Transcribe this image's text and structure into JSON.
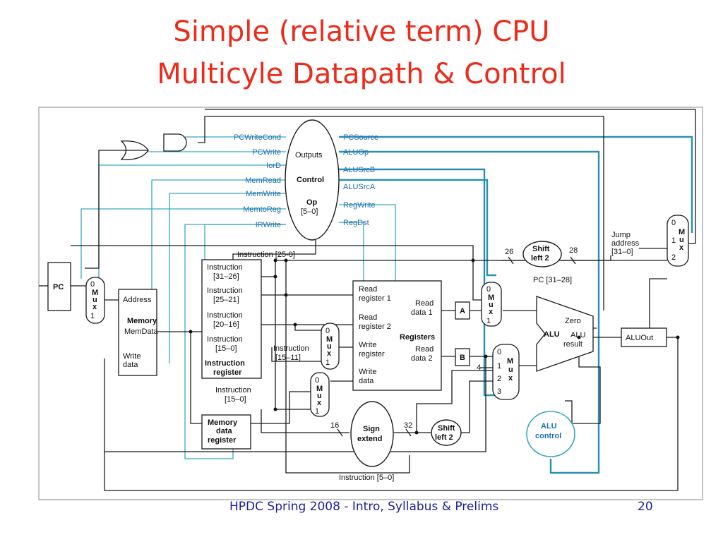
{
  "slide": {
    "title_line1": "Simple (relative term) CPU",
    "title_line2": "Multicyle Datapath & Control",
    "footer_text": "HPDC Spring 2008  -  Intro, Syllabus & Prelims",
    "page_number": "20",
    "title_color": "#ee2a1a",
    "footer_color": "#1d1d9e"
  },
  "control": {
    "outputs_label": "Outputs",
    "control_label": "Control",
    "op_label": "Op",
    "op_bits": "[5–0]",
    "left_signals": [
      "PCWriteCond",
      "PCWrite",
      "IorD",
      "MemRead",
      "MemWrite",
      "MemtoReg",
      "IRWrite"
    ],
    "right_signals": [
      "PCSource",
      "ALUOp",
      "ALUSrcB",
      "ALUSrcA",
      "RegWrite",
      "RegDst"
    ],
    "signal_color": "#3aa7c4"
  },
  "components": {
    "pc": "PC",
    "memory": {
      "address": "Address",
      "name": "Memory",
      "memdata": "MemData",
      "write": "Write",
      "data": "data"
    },
    "instruction_register": {
      "fields": [
        "Instruction",
        "[31–26]",
        "Instruction",
        "[25–21]",
        "Instruction",
        "[20–16]",
        "Instruction",
        "[15–0]"
      ],
      "name_line1": "Instruction",
      "name_line2": "register"
    },
    "memory_data_register": [
      "Memory",
      "data",
      "register"
    ],
    "registers": {
      "read_register_1": [
        "Read",
        "register 1"
      ],
      "read_register_2": [
        "Read",
        "register 2"
      ],
      "write_register": [
        "Write",
        "register"
      ],
      "write_data": [
        "Write",
        "data"
      ],
      "read_data_1": [
        "Read",
        "data 1"
      ],
      "read_data_2": [
        "Read",
        "data 2"
      ],
      "name": "Registers"
    },
    "reg_a": "A",
    "reg_b": "B",
    "alu": {
      "name": "ALU",
      "zero": "Zero",
      "result": [
        "ALU",
        "result"
      ]
    },
    "aluout": "ALUOut",
    "alu_control": [
      "ALU",
      "control"
    ],
    "sign_extend": [
      "Sign",
      "extend"
    ],
    "shift_left_2_a": [
      "Shift",
      "left 2"
    ],
    "shift_left_2_b": [
      "Shift",
      "left 2"
    ],
    "jump_address": [
      "Jump",
      "address",
      "[31–0]"
    ],
    "mux_letters": [
      "M",
      "u",
      "x"
    ]
  },
  "labels": {
    "instruction_25_0": "Instruction [25-0]",
    "bits_26": "26",
    "bits_28": "28",
    "pc_31_28": "PC [31–28]",
    "instruction_15_11": [
      "Instruction",
      "[15–11]"
    ],
    "instruction_15_0": [
      "Instruction",
      "[15–0]"
    ],
    "bits_16": "16",
    "bits_32": "32",
    "instruction_5_0": "Instruction [5–0]",
    "const_4": "4"
  }
}
